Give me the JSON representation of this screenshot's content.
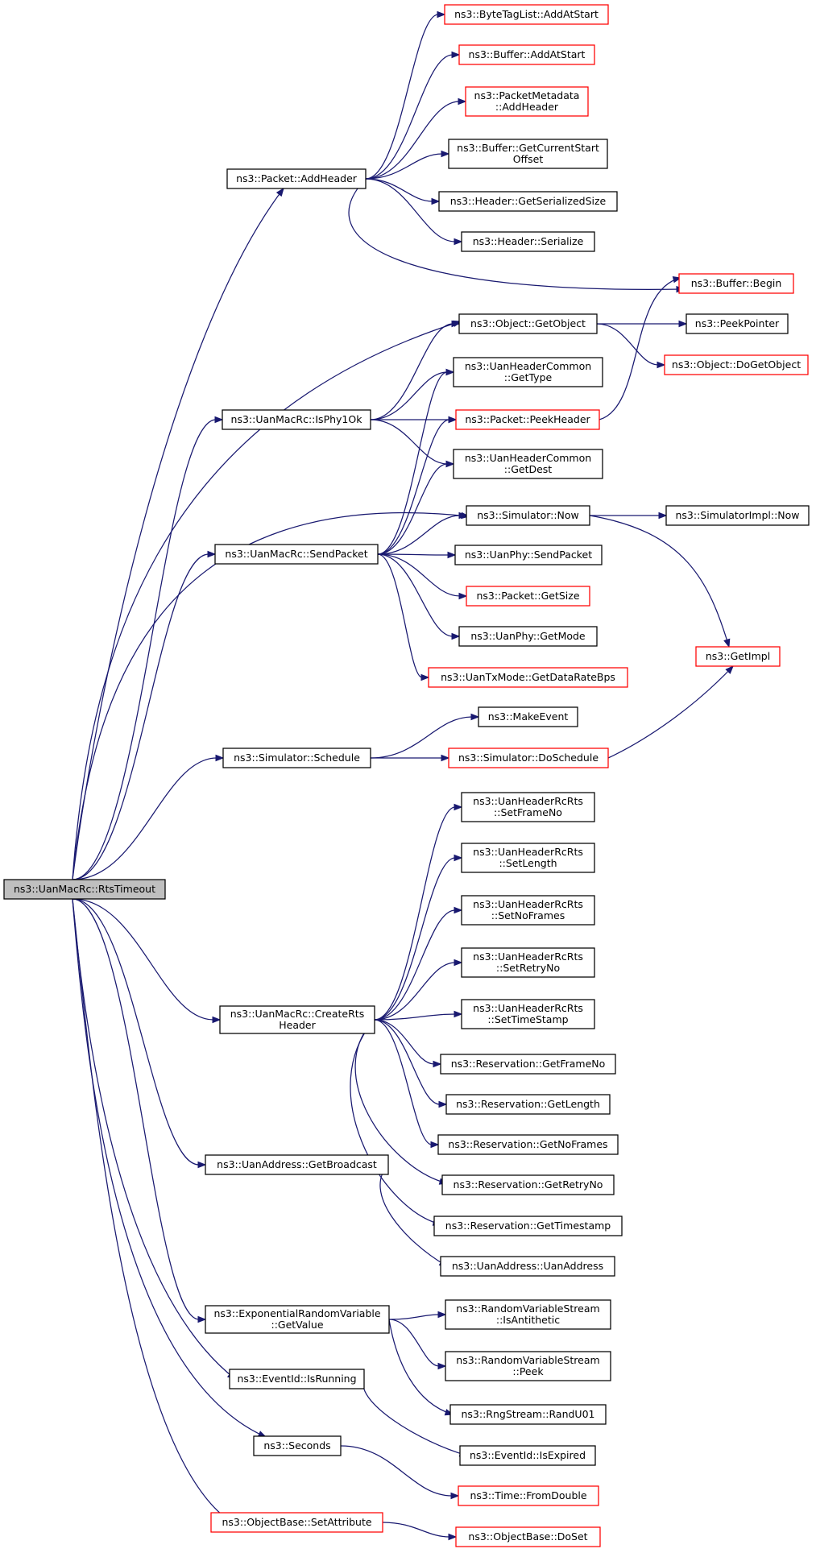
{
  "colors": {
    "edge": "#191970",
    "node_border": "#000000",
    "incomplete_border": "#ff0000",
    "root_fill": "#bfbfbf"
  },
  "nodes": [
    {
      "id": "rtstimeout",
      "lines": [
        "ns3::UanMacRc::RtsTimeout"
      ],
      "style": "root"
    },
    {
      "id": "addheader",
      "lines": [
        "ns3::Packet::AddHeader"
      ],
      "style": "normal"
    },
    {
      "id": "isphy1ok",
      "lines": [
        "ns3::UanMacRc::IsPhy1Ok"
      ],
      "style": "normal"
    },
    {
      "id": "sendpacket",
      "lines": [
        "ns3::UanMacRc::SendPacket"
      ],
      "style": "normal"
    },
    {
      "id": "schedule",
      "lines": [
        "ns3::Simulator::Schedule"
      ],
      "style": "normal"
    },
    {
      "id": "creartsheader",
      "lines": [
        "ns3::UanMacRc::CreateRts",
        "Header"
      ],
      "style": "normal"
    },
    {
      "id": "getbroadcast",
      "lines": [
        "ns3::UanAddress::GetBroadcast"
      ],
      "style": "normal"
    },
    {
      "id": "expgetvalue",
      "lines": [
        "ns3::ExponentialRandomVariable",
        "::GetValue"
      ],
      "style": "normal"
    },
    {
      "id": "isrunning",
      "lines": [
        "ns3::EventId::IsRunning"
      ],
      "style": "normal"
    },
    {
      "id": "seconds",
      "lines": [
        "ns3::Seconds"
      ],
      "style": "normal"
    },
    {
      "id": "setattribute",
      "lines": [
        "ns3::ObjectBase::SetAttribute"
      ],
      "style": "red"
    },
    {
      "id": "bytetag",
      "lines": [
        "ns3::ByteTagList::AddAtStart"
      ],
      "style": "red"
    },
    {
      "id": "bufferaddatstart",
      "lines": [
        "ns3::Buffer::AddAtStart"
      ],
      "style": "red"
    },
    {
      "id": "pktmetaaddheader",
      "lines": [
        "ns3::PacketMetadata",
        "::AddHeader"
      ],
      "style": "red"
    },
    {
      "id": "getcurrentstart",
      "lines": [
        "ns3::Buffer::GetCurrentStart",
        "Offset"
      ],
      "style": "normal"
    },
    {
      "id": "getserializedsize",
      "lines": [
        "ns3::Header::GetSerializedSize"
      ],
      "style": "normal"
    },
    {
      "id": "serialize",
      "lines": [
        "ns3::Header::Serialize"
      ],
      "style": "normal"
    },
    {
      "id": "bufferbegin",
      "lines": [
        "ns3::Buffer::Begin"
      ],
      "style": "red"
    },
    {
      "id": "getobject",
      "lines": [
        "ns3::Object::GetObject"
      ],
      "style": "normal"
    },
    {
      "id": "peekpointer",
      "lines": [
        "ns3::PeekPointer"
      ],
      "style": "normal"
    },
    {
      "id": "dogetobject",
      "lines": [
        "ns3::Object::DoGetObject"
      ],
      "style": "red"
    },
    {
      "id": "gettype",
      "lines": [
        "ns3::UanHeaderCommon",
        "::GetType"
      ],
      "style": "normal"
    },
    {
      "id": "peekheader",
      "lines": [
        "ns3::Packet::PeekHeader"
      ],
      "style": "red"
    },
    {
      "id": "getdest",
      "lines": [
        "ns3::UanHeaderCommon",
        "::GetDest"
      ],
      "style": "normal"
    },
    {
      "id": "simnow",
      "lines": [
        "ns3::Simulator::Now"
      ],
      "style": "normal"
    },
    {
      "id": "simimplnow",
      "lines": [
        "ns3::SimulatorImpl::Now"
      ],
      "style": "normal"
    },
    {
      "id": "physendpacket",
      "lines": [
        "ns3::UanPhy::SendPacket"
      ],
      "style": "normal"
    },
    {
      "id": "getsize",
      "lines": [
        "ns3::Packet::GetSize"
      ],
      "style": "red"
    },
    {
      "id": "getmode",
      "lines": [
        "ns3::UanPhy::GetMode"
      ],
      "style": "normal"
    },
    {
      "id": "getdatarate",
      "lines": [
        "ns3::UanTxMode::GetDataRateBps"
      ],
      "style": "red"
    },
    {
      "id": "getimpl",
      "lines": [
        "ns3::GetImpl"
      ],
      "style": "red"
    },
    {
      "id": "makeevent",
      "lines": [
        "ns3::MakeEvent"
      ],
      "style": "normal"
    },
    {
      "id": "doschedule",
      "lines": [
        "ns3::Simulator::DoSchedule"
      ],
      "style": "red"
    },
    {
      "id": "setframeno",
      "lines": [
        "ns3::UanHeaderRcRts",
        "::SetFrameNo"
      ],
      "style": "normal"
    },
    {
      "id": "setlength",
      "lines": [
        "ns3::UanHeaderRcRts",
        "::SetLength"
      ],
      "style": "normal"
    },
    {
      "id": "setnoframes",
      "lines": [
        "ns3::UanHeaderRcRts",
        "::SetNoFrames"
      ],
      "style": "normal"
    },
    {
      "id": "setretryno",
      "lines": [
        "ns3::UanHeaderRcRts",
        "::SetRetryNo"
      ],
      "style": "normal"
    },
    {
      "id": "settimestamp",
      "lines": [
        "ns3::UanHeaderRcRts",
        "::SetTimeStamp"
      ],
      "style": "normal"
    },
    {
      "id": "resgetframeno",
      "lines": [
        "ns3::Reservation::GetFrameNo"
      ],
      "style": "normal"
    },
    {
      "id": "resgetlength",
      "lines": [
        "ns3::Reservation::GetLength"
      ],
      "style": "normal"
    },
    {
      "id": "resgetnoframes",
      "lines": [
        "ns3::Reservation::GetNoFrames"
      ],
      "style": "normal"
    },
    {
      "id": "resgetretryno",
      "lines": [
        "ns3::Reservation::GetRetryNo"
      ],
      "style": "normal"
    },
    {
      "id": "resgettimestamp",
      "lines": [
        "ns3::Reservation::GetTimestamp"
      ],
      "style": "normal"
    },
    {
      "id": "uanaddress",
      "lines": [
        "ns3::UanAddress::UanAddress"
      ],
      "style": "normal"
    },
    {
      "id": "isantithetic",
      "lines": [
        "ns3::RandomVariableStream",
        "::IsAntithetic"
      ],
      "style": "normal"
    },
    {
      "id": "rvspeek",
      "lines": [
        "ns3::RandomVariableStream",
        "::Peek"
      ],
      "style": "normal"
    },
    {
      "id": "randu01",
      "lines": [
        "ns3::RngStream::RandU01"
      ],
      "style": "normal"
    },
    {
      "id": "isexpired",
      "lines": [
        "ns3::EventId::IsExpired"
      ],
      "style": "normal"
    },
    {
      "id": "fromdouble",
      "lines": [
        "ns3::Time::FromDouble"
      ],
      "style": "red"
    },
    {
      "id": "doset",
      "lines": [
        "ns3::ObjectBase::DoSet"
      ],
      "style": "red"
    }
  ],
  "edges": [
    [
      "rtstimeout",
      "addheader"
    ],
    [
      "rtstimeout",
      "getobject"
    ],
    [
      "rtstimeout",
      "isphy1ok"
    ],
    [
      "rtstimeout",
      "simnow"
    ],
    [
      "rtstimeout",
      "sendpacket"
    ],
    [
      "rtstimeout",
      "schedule"
    ],
    [
      "rtstimeout",
      "creartsheader"
    ],
    [
      "rtstimeout",
      "getbroadcast"
    ],
    [
      "rtstimeout",
      "expgetvalue"
    ],
    [
      "rtstimeout",
      "isrunning"
    ],
    [
      "rtstimeout",
      "seconds"
    ],
    [
      "rtstimeout",
      "setattribute"
    ],
    [
      "addheader",
      "bytetag"
    ],
    [
      "addheader",
      "bufferaddatstart"
    ],
    [
      "addheader",
      "pktmetaaddheader"
    ],
    [
      "addheader",
      "getcurrentstart"
    ],
    [
      "addheader",
      "getserializedsize"
    ],
    [
      "addheader",
      "serialize"
    ],
    [
      "addheader",
      "bufferbegin"
    ],
    [
      "getobject",
      "peekpointer"
    ],
    [
      "getobject",
      "dogetobject"
    ],
    [
      "isphy1ok",
      "getobject"
    ],
    [
      "isphy1ok",
      "gettype"
    ],
    [
      "isphy1ok",
      "peekheader"
    ],
    [
      "isphy1ok",
      "getdest"
    ],
    [
      "peekheader",
      "bufferbegin"
    ],
    [
      "sendpacket",
      "gettype"
    ],
    [
      "sendpacket",
      "peekheader"
    ],
    [
      "sendpacket",
      "getdest"
    ],
    [
      "sendpacket",
      "simnow"
    ],
    [
      "sendpacket",
      "physendpacket"
    ],
    [
      "sendpacket",
      "getsize"
    ],
    [
      "sendpacket",
      "getmode"
    ],
    [
      "sendpacket",
      "getdatarate"
    ],
    [
      "simnow",
      "simimplnow"
    ],
    [
      "simnow",
      "getimpl"
    ],
    [
      "schedule",
      "makeevent"
    ],
    [
      "schedule",
      "doschedule"
    ],
    [
      "doschedule",
      "getimpl"
    ],
    [
      "creartsheader",
      "setframeno"
    ],
    [
      "creartsheader",
      "setlength"
    ],
    [
      "creartsheader",
      "setnoframes"
    ],
    [
      "creartsheader",
      "setretryno"
    ],
    [
      "creartsheader",
      "settimestamp"
    ],
    [
      "creartsheader",
      "resgetframeno"
    ],
    [
      "creartsheader",
      "resgetlength"
    ],
    [
      "creartsheader",
      "resgetnoframes"
    ],
    [
      "creartsheader",
      "resgetretryno"
    ],
    [
      "creartsheader",
      "resgettimestamp"
    ],
    [
      "getbroadcast",
      "uanaddress"
    ],
    [
      "expgetvalue",
      "isantithetic"
    ],
    [
      "expgetvalue",
      "rvspeek"
    ],
    [
      "expgetvalue",
      "randu01"
    ],
    [
      "isrunning",
      "isexpired"
    ],
    [
      "seconds",
      "fromdouble"
    ],
    [
      "setattribute",
      "doset"
    ]
  ]
}
